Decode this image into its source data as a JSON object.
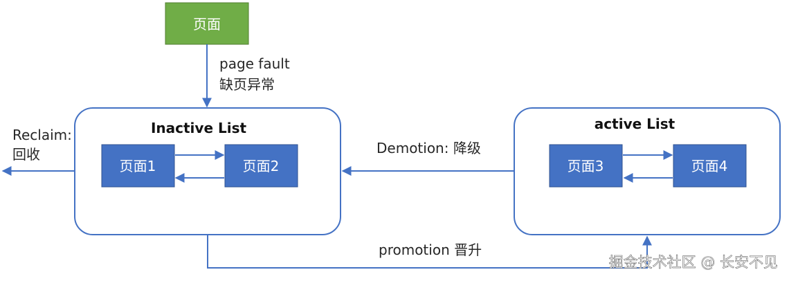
{
  "colors": {
    "line": "#4472c4",
    "box_fill": "#4472c4",
    "green_fill": "#70ad47"
  },
  "nodes": {
    "new_page": "页面",
    "page1": "页面1",
    "page2": "页面2",
    "page3": "页面3",
    "page4": "页面4"
  },
  "containers": {
    "inactive_title": "Inactive List",
    "active_title": "active List"
  },
  "labels": {
    "page_fault_en": "page fault",
    "page_fault_cn": "缺页异常",
    "reclaim_en": "Reclaim:",
    "reclaim_cn": "回收",
    "demotion": "Demotion: 降级",
    "promotion": "promotion 晋升"
  },
  "watermark": "掘金技术社区 @ 长安不见"
}
